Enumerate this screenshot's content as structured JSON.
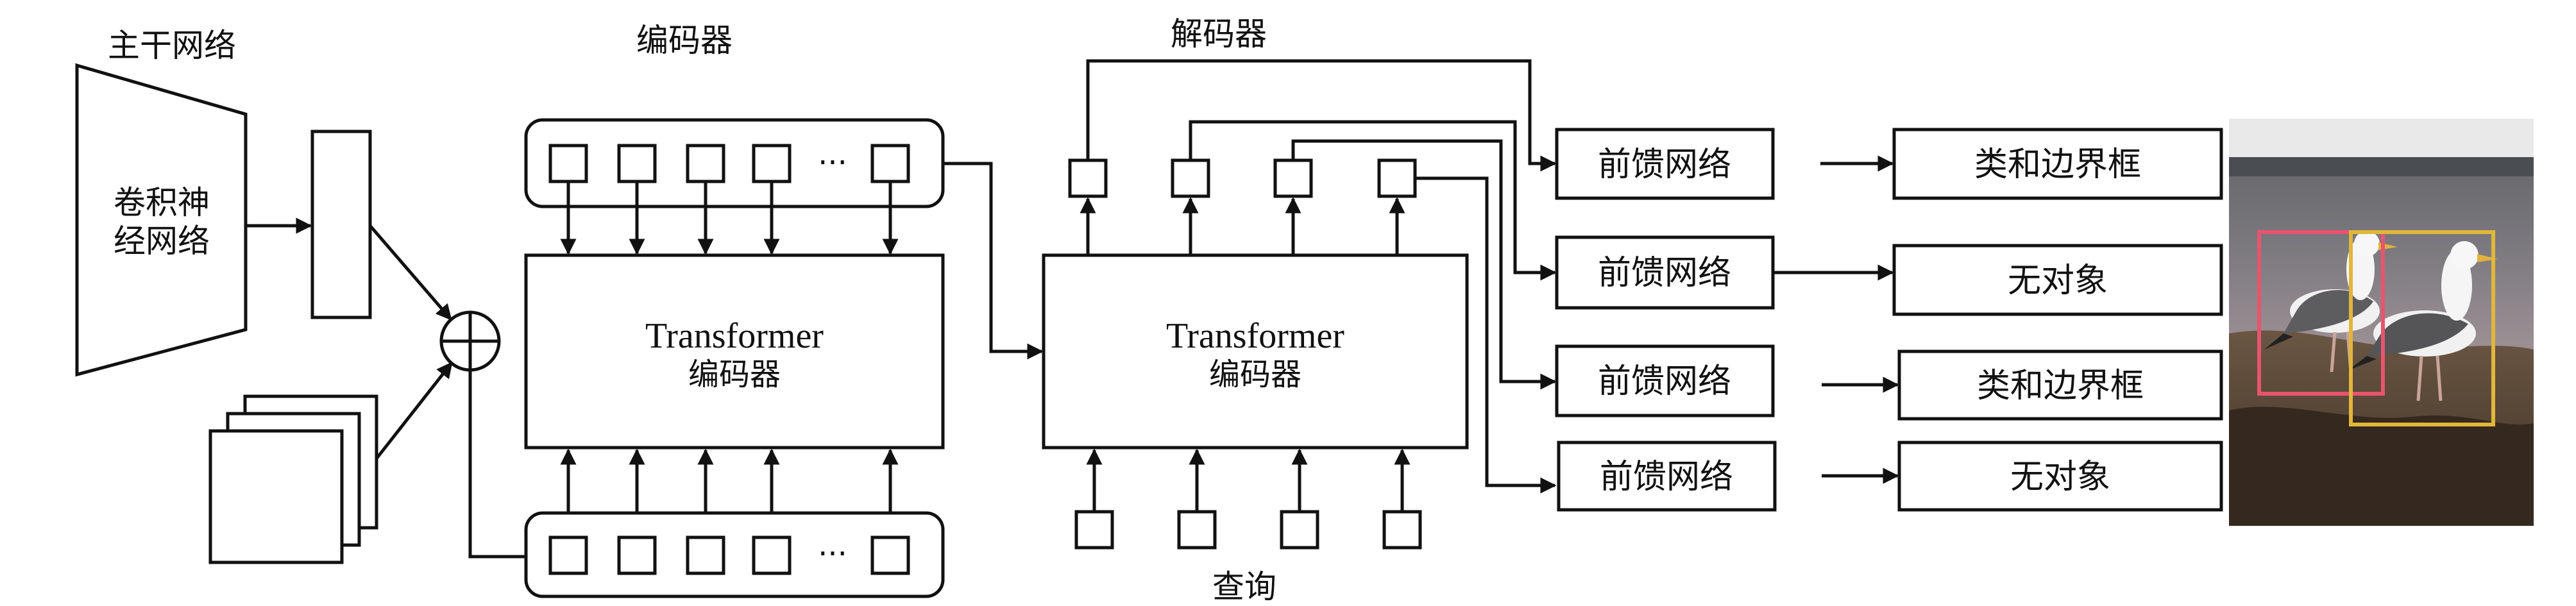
{
  "labels": {
    "backbone": "主干网络",
    "cnn_line1": "卷积神",
    "cnn_line2": "经网络",
    "encoder_title": "编码器",
    "decoder_title": "解码器",
    "encoder_block_name": "Transformer",
    "encoder_block_sub": "编码器",
    "decoder_block_name": "Transformer",
    "decoder_block_sub": "编码器",
    "ellipsis": "···",
    "queries": "查询"
  },
  "ffn_rows": [
    {
      "ffn": "前馈网络",
      "output": "类和边界框"
    },
    {
      "ffn": "前馈网络",
      "output": "无对象"
    },
    {
      "ffn": "前馈网络",
      "output": "类和边界框"
    },
    {
      "ffn": "前馈网络",
      "output": "无对象"
    }
  ],
  "colors": {
    "line": "#111111",
    "box_pink": "#e8546e",
    "box_yellow": "#e2b63a"
  }
}
